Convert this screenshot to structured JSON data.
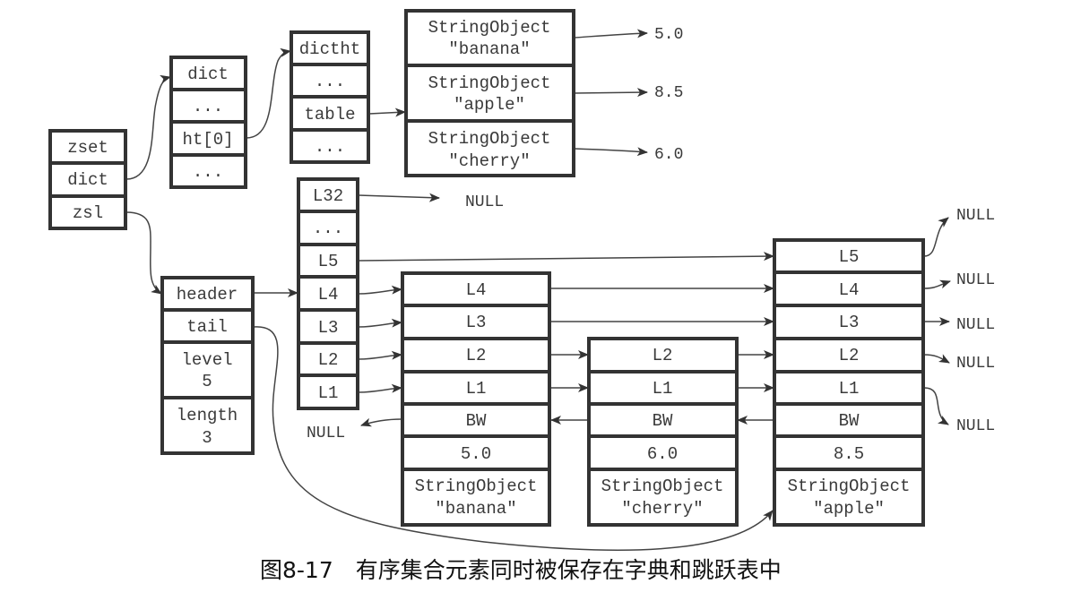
{
  "caption": "图8-17　有序集合元素同时被保存在字典和跳跃表中",
  "zset": {
    "cells": [
      "zset",
      "dict",
      "zsl"
    ]
  },
  "dict": {
    "cells": [
      "dict",
      "...",
      "ht[0]",
      "..."
    ]
  },
  "dictht": {
    "cells": [
      "dictht",
      "...",
      "table",
      "..."
    ]
  },
  "dict_entries": [
    {
      "key_line1": "StringObject",
      "key_line2": "\"banana\"",
      "score": "5.0"
    },
    {
      "key_line1": "StringObject",
      "key_line2": "\"apple\"",
      "score": "8.5"
    },
    {
      "key_line1": "StringObject",
      "key_line2": "\"cherry\"",
      "score": "6.0"
    }
  ],
  "zskiplist": {
    "cells": [
      {
        "line1": "header",
        "line2": ""
      },
      {
        "line1": "tail",
        "line2": ""
      },
      {
        "line1": "level",
        "line2": "5"
      },
      {
        "line1": "length",
        "line2": "3"
      }
    ]
  },
  "header_node": {
    "levels": [
      "L32",
      "...",
      "L5",
      "L4",
      "L3",
      "L2",
      "L1"
    ]
  },
  "null_label": "NULL",
  "skiplist_nodes": [
    {
      "name": "banana",
      "levels": [
        "L4",
        "L3",
        "L2",
        "L1"
      ],
      "backward": "BW",
      "score": "5.0",
      "obj_line1": "StringObject",
      "obj_line2": "\"banana\""
    },
    {
      "name": "cherry",
      "levels": [
        "L2",
        "L1"
      ],
      "backward": "BW",
      "score": "6.0",
      "obj_line1": "StringObject",
      "obj_line2": "\"cherry\""
    },
    {
      "name": "apple",
      "levels": [
        "L5",
        "L4",
        "L3",
        "L2",
        "L1"
      ],
      "backward": "BW",
      "score": "8.5",
      "obj_line1": "StringObject",
      "obj_line2": "\"apple\""
    }
  ]
}
